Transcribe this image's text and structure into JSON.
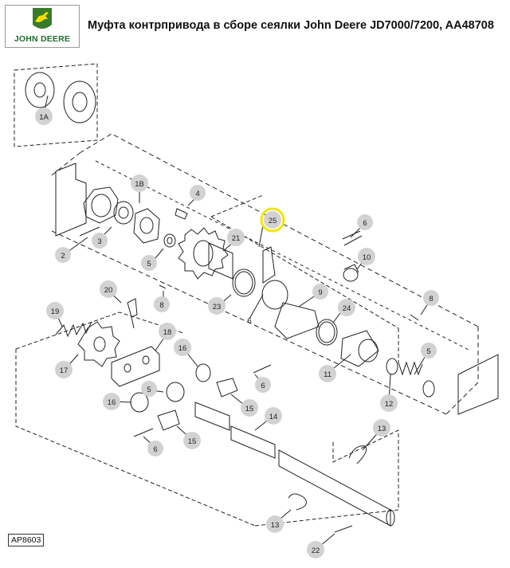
{
  "header": {
    "logo_text": "JOHN DEERE",
    "title": "Муфта контрпривода в сборе сеялки John Deere JD7000/7200, AA48708"
  },
  "diagram": {
    "reference_code": "AP8603",
    "callouts": [
      "1A",
      "1B",
      "2",
      "3",
      "4",
      "5",
      "5",
      "5",
      "6",
      "6",
      "6",
      "6",
      "8",
      "8",
      "9",
      "10",
      "11",
      "12",
      "13",
      "13",
      "14",
      "15",
      "15",
      "16",
      "16",
      "17",
      "18",
      "19",
      "20",
      "21",
      "22",
      "23",
      "24",
      "25"
    ],
    "highlighted_callout": "25"
  },
  "colors": {
    "brand_green": "#367c2b",
    "brand_yellow": "#ffde00",
    "callout_fill": "#d2d2d2",
    "highlight_ring": "#f2e600"
  },
  "icons": [
    "john-deere-deer-icon"
  ]
}
